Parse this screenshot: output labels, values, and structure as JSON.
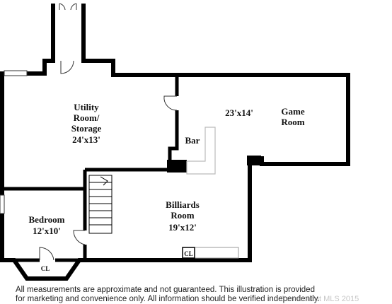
{
  "rooms": {
    "utility": {
      "name_line1": "Utility",
      "name_line2": "Room/",
      "name_line3": "Storage",
      "size": "24'x13'"
    },
    "game": {
      "name_line1": "Game",
      "name_line2": "Room",
      "size": "23'x14'"
    },
    "bar": {
      "name": "Bar"
    },
    "billiards": {
      "name_line1": "Billiards",
      "name_line2": "Room",
      "size": "19'x12'"
    },
    "bedroom": {
      "name": "Bedroom",
      "size": "12'x10'"
    },
    "closet_bedroom": {
      "name": "CL"
    },
    "closet_billiards": {
      "name": "CL"
    }
  },
  "disclaimer": {
    "line1": "All measurements are approximate and not guaranteed. This illustration is provided",
    "line2": "for marketing and convenience only. All information should be verified independently."
  },
  "watermark": "Connecticut MLS 2015",
  "colors": {
    "wall": "#000000",
    "background": "#ffffff",
    "fixture": "#bbbbbb"
  }
}
